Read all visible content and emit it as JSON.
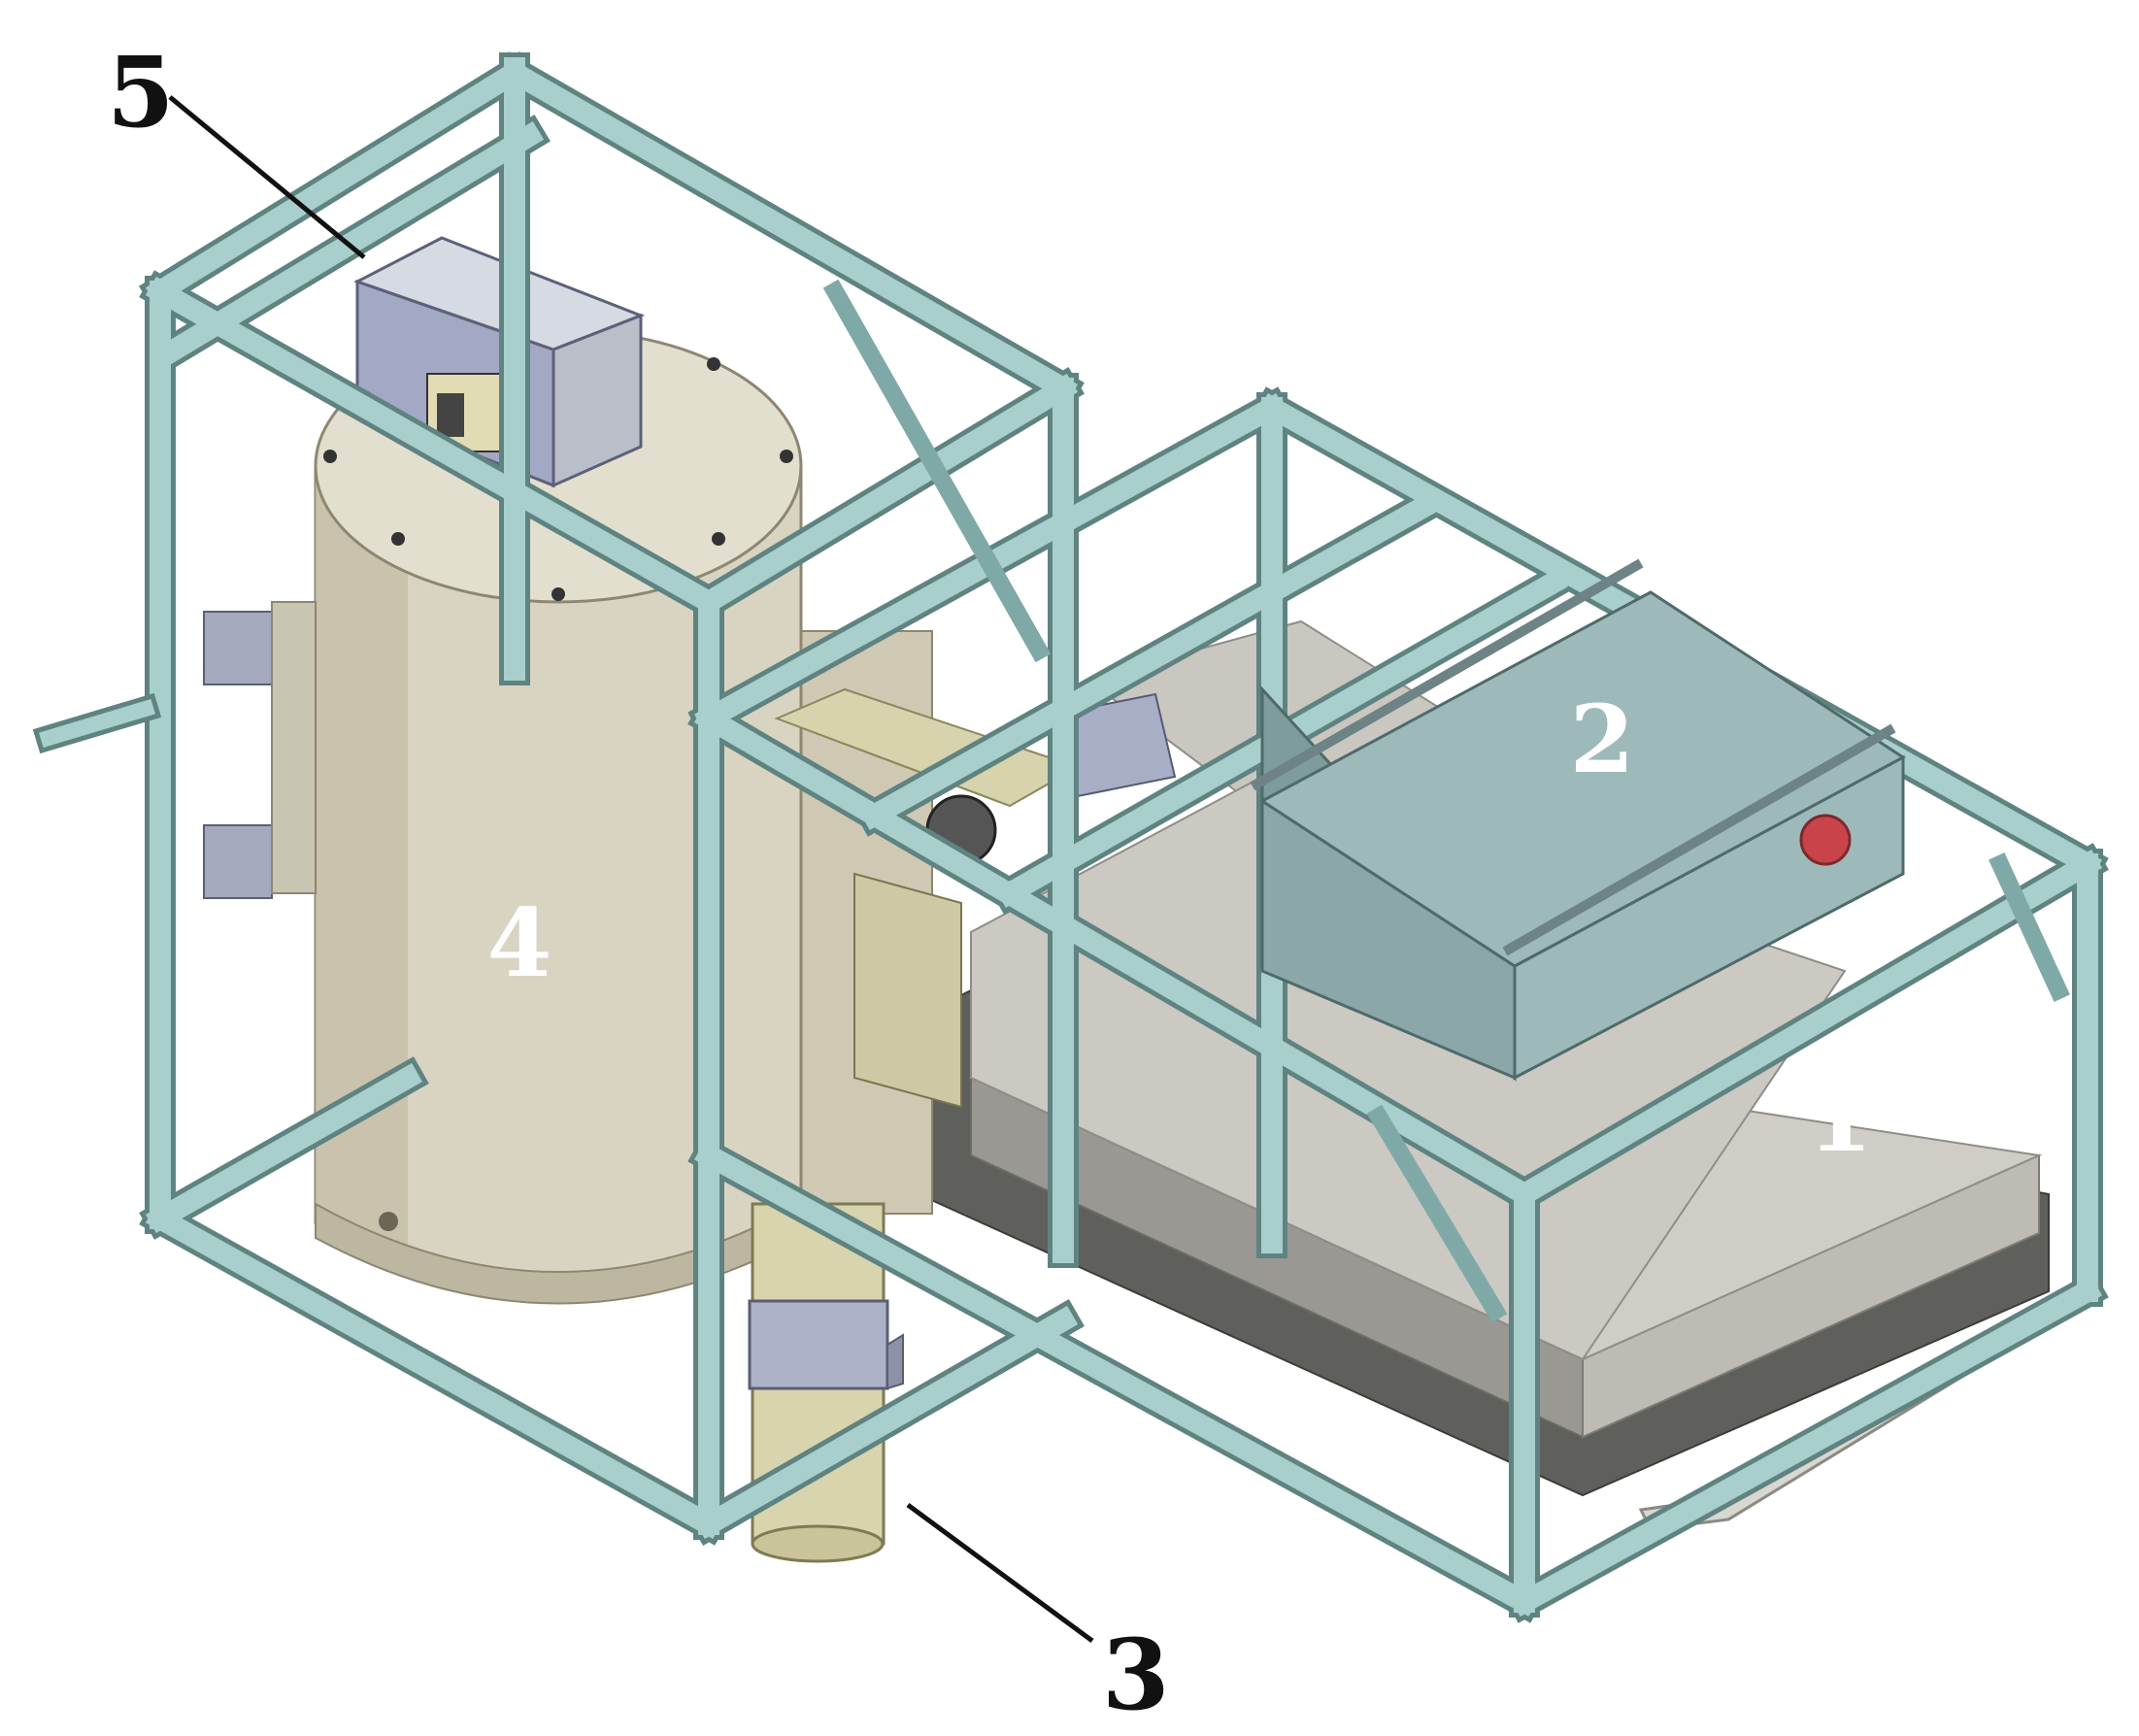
{
  "figure": {
    "labels": {
      "one": "1",
      "two": "2",
      "three": "3",
      "four": "4",
      "five": "5"
    },
    "colors": {
      "frame": "#a9cfcc",
      "frame_edge": "#5f8381",
      "frame_shadow": "#7fa9a6",
      "tank": "#d9d4c2",
      "tank_shadow": "#c7c1ac",
      "control_box": "#9eb9ba",
      "control_box_side": "#7f9c9d",
      "base_block": "#cfcdc6",
      "base_plate": "#5f5f5c",
      "pipe": "#d8d4ad",
      "clamp": "#aeb2c8",
      "glass_box": "#c8ccd6",
      "slide": "#d6d3ad",
      "stop_button": "#c9444a",
      "label_dark": "#111111",
      "label_light": "#ffffff"
    }
  }
}
